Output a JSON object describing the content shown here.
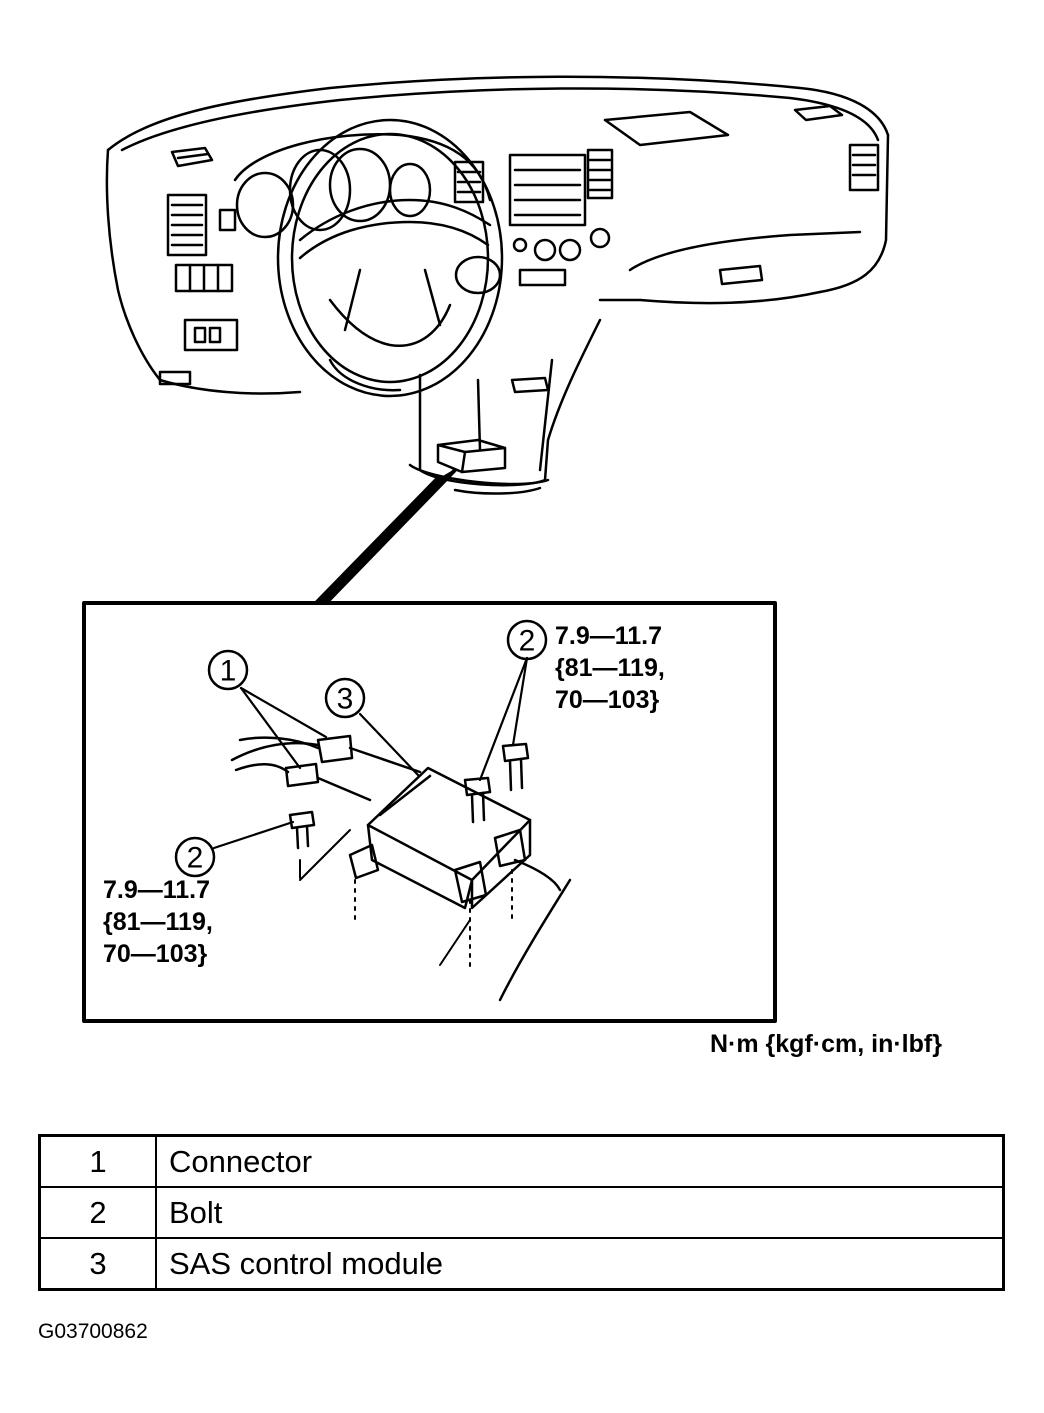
{
  "callouts": {
    "connector": "1",
    "bolt": "2",
    "module": "3"
  },
  "torque_right": [
    "7.9—11.7",
    "{81—119,",
    "70—103}"
  ],
  "torque_left": [
    "7.9—11.7",
    "{81—119,",
    "70—103}"
  ],
  "units": "N·m {kgf·cm, in·lbf}",
  "legend": [
    {
      "num": "1",
      "label": "Connector"
    },
    {
      "num": "2",
      "label": "Bolt"
    },
    {
      "num": "3",
      "label": "SAS control module"
    }
  ],
  "figure_code": "G03700862"
}
